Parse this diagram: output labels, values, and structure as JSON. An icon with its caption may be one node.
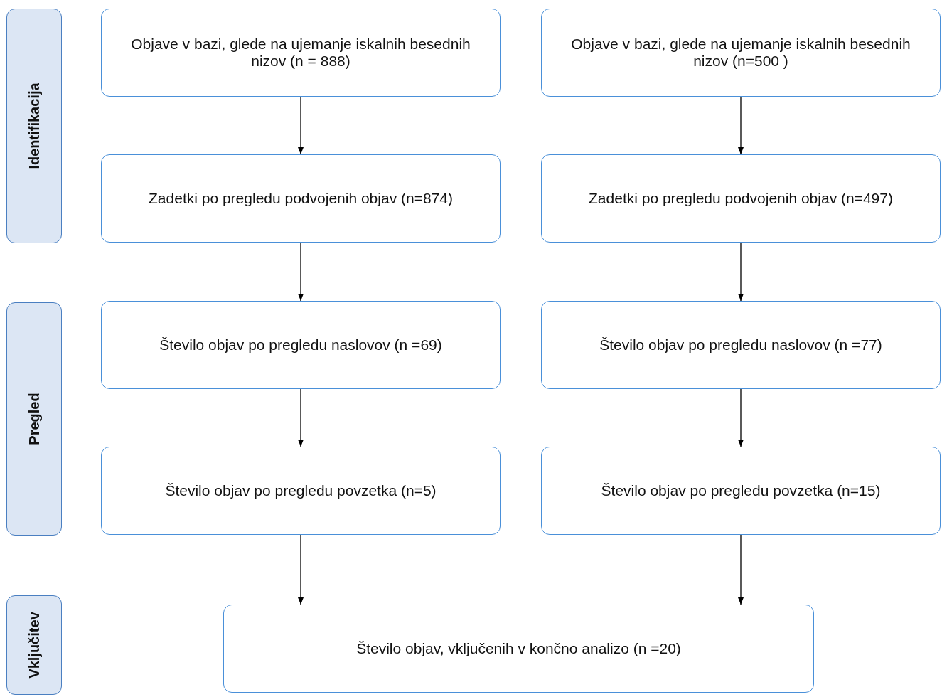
{
  "diagram": {
    "nodes": [
      {
        "text": [
          "Identifikacija"
        ]
      },
      {
        "text": [
          "Objave v bazi, glede na ujemanje iskalnih besednih nizov (n = 888)"
        ]
      },
      {
        "text": [
          "Objave v bazi, glede na ujemanje iskalnih besednih nizov (n=500 )"
        ]
      },
      {
        "text": [
          "Zadetki po pregledu podvojenih objav (n=874)"
        ]
      },
      {
        "text": [
          "Zadetki po pregledu podvojenih objav  (n=497)"
        ]
      },
      {
        "text": [
          "Pregled"
        ]
      },
      {
        "text": [
          "Število objav po pregledu naslovov (n =69)"
        ]
      },
      {
        "text": [
          "Število objav po pregledu naslovov (n =77)"
        ]
      },
      {
        "text": [
          "Število objav po pregledu povzetka (n=5)"
        ]
      },
      {
        "text": [
          "Število objav po pregledu povzetka (n=15)"
        ]
      },
      {
        "text": [
          "Vključitev"
        ]
      },
      {
        "text": [
          "Število objav, vključenih v končno analizo (n =20)"
        ]
      }
    ],
    "edges": [
      {
        "from": 1,
        "to": 3,
        "arrow": "to"
      },
      {
        "from": 2,
        "to": 4,
        "arrow": "to"
      },
      {
        "from": 3,
        "to": 6,
        "arrow": "to"
      },
      {
        "from": 4,
        "to": 7,
        "arrow": "to"
      },
      {
        "from": 6,
        "to": 8,
        "arrow": "to"
      },
      {
        "from": 7,
        "to": 9,
        "arrow": "to"
      },
      {
        "from": 8,
        "to": 11,
        "arrow": "to"
      },
      {
        "from": 9,
        "to": 11,
        "arrow": "to"
      }
    ]
  }
}
